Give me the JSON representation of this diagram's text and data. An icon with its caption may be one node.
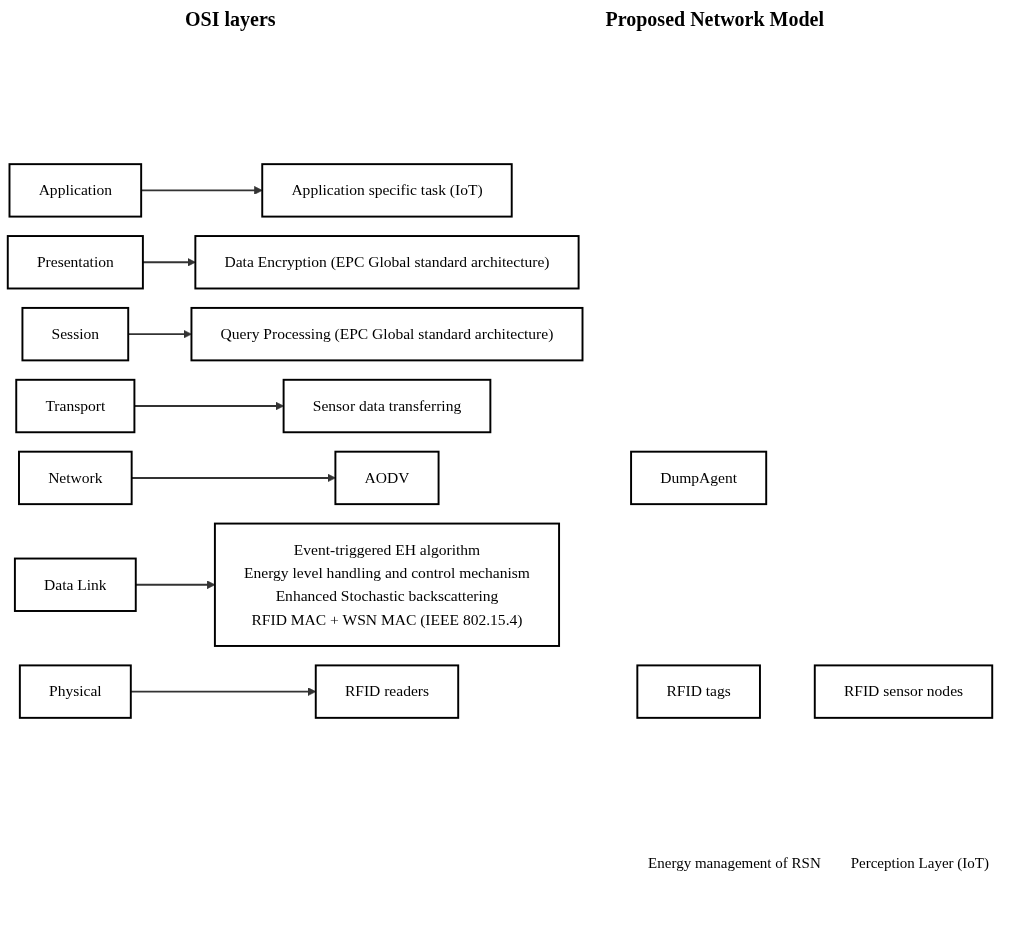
{
  "diagram": {
    "nodes": [
      {
        "text": [
          "Application"
        ]
      },
      {
        "text": [
          "Application specific task (IoT)"
        ]
      },
      {
        "text": [
          "Presentation"
        ]
      },
      {
        "text": [
          "Data Encryption (EPC Global standard architecture)"
        ]
      },
      {
        "text": [
          "Session"
        ]
      },
      {
        "text": [
          "Query Processing (EPC Global standard architecture)"
        ]
      },
      {
        "text": [
          "Transport"
        ]
      },
      {
        "text": [
          "Sensor data transferring"
        ]
      },
      {
        "text": [
          "Network"
        ]
      },
      {
        "text": [
          "AODV"
        ]
      },
      {
        "text": [
          "DumpAgent"
        ]
      },
      {
        "text": [
          "Data Link"
        ]
      },
      {
        "text": [
          "Event-triggered EH algorithm",
          "Energy level handling and control mechanism",
          "Enhanced Stochastic backscattering",
          "RFID MAC + WSN MAC (IEEE 802.15.4)"
        ]
      },
      {
        "text": [
          "Physical"
        ]
      },
      {
        "text": [
          "RFID readers"
        ]
      },
      {
        "text": [
          "RFID tags"
        ]
      },
      {
        "text": [
          "RFID sensor nodes"
        ]
      }
    ],
    "edges": [
      {
        "from": 0,
        "to": 1,
        "arrow": "to"
      },
      {
        "from": 2,
        "to": 3,
        "arrow": "to"
      },
      {
        "from": 4,
        "to": 5,
        "arrow": "to"
      },
      {
        "from": 6,
        "to": 7,
        "arrow": "to"
      },
      {
        "from": 8,
        "to": 9,
        "arrow": "to"
      },
      {
        "from": 11,
        "to": 12,
        "arrow": "to"
      },
      {
        "from": 13,
        "to": 14,
        "arrow": "to"
      }
    ],
    "labels": [
      "OSI layers",
      "Proposed Network Model",
      "Energy management of RSN",
      "Perception Layer (IoT)"
    ]
  }
}
